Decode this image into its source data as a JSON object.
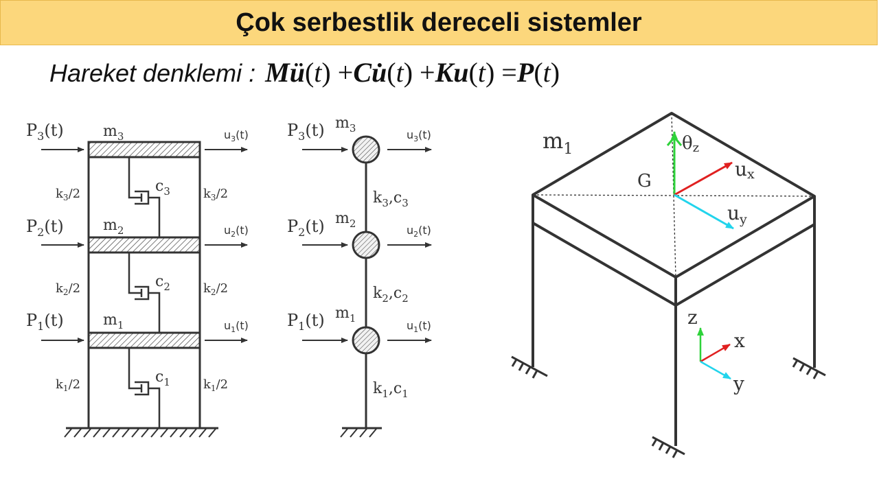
{
  "title": "Çok serbestlik dereceli sistemler",
  "equation": {
    "label": "Hareket denklemi :",
    "parts": [
      {
        "text": "M",
        "style": "bold"
      },
      {
        "text": "ü",
        "style": "bold"
      },
      {
        "text": "(",
        "style": "plain"
      },
      {
        "text": "t",
        "style": "italic"
      },
      {
        "text": ") + ",
        "style": "plain"
      },
      {
        "text": "C",
        "style": "bold"
      },
      {
        "text": "u̇",
        "style": "bold"
      },
      {
        "text": "(",
        "style": "plain"
      },
      {
        "text": "t",
        "style": "italic"
      },
      {
        "text": ") + ",
        "style": "plain"
      },
      {
        "text": "K",
        "style": "bold"
      },
      {
        "text": "u",
        "style": "bold"
      },
      {
        "text": "(",
        "style": "plain"
      },
      {
        "text": "t",
        "style": "italic"
      },
      {
        "text": ") = ",
        "style": "plain"
      },
      {
        "text": "P",
        "style": "bold"
      },
      {
        "text": "(",
        "style": "plain"
      },
      {
        "text": "t",
        "style": "italic"
      },
      {
        "text": ")",
        "style": "plain"
      }
    ]
  },
  "frame_model": {
    "floors": [
      {
        "load": "P",
        "load_index": "3",
        "mass": "m",
        "mass_index": "3",
        "disp": "u",
        "disp_index": "3"
      },
      {
        "load": "P",
        "load_index": "2",
        "mass": "m",
        "mass_index": "2",
        "disp": "u",
        "disp_index": "2"
      },
      {
        "load": "P",
        "load_index": "1",
        "mass": "m",
        "mass_index": "1",
        "disp": "u",
        "disp_index": "1"
      }
    ],
    "stories": [
      {
        "stiffness": "k",
        "index": "3",
        "half": "/2",
        "damper": "c",
        "damper_index": "3"
      },
      {
        "stiffness": "k",
        "index": "2",
        "half": "/2",
        "damper": "c",
        "damper_index": "2"
      },
      {
        "stiffness": "k",
        "index": "1",
        "half": "/2",
        "damper": "c",
        "damper_index": "1"
      }
    ],
    "arg": "(t)"
  },
  "stick_model": {
    "springs": [
      {
        "k": "k",
        "k_index": "3",
        "c": "c",
        "c_index": "3"
      },
      {
        "k": "k",
        "k_index": "2",
        "c": "c",
        "c_index": "2"
      },
      {
        "k": "k",
        "k_index": "1",
        "c": "c",
        "c_index": "1"
      }
    ]
  },
  "iso_model": {
    "mass": "m",
    "mass_index": "1",
    "center": "G",
    "theta": "θ",
    "theta_index": "z",
    "ux": "u",
    "ux_index": "x",
    "uy": "u",
    "uy_index": "y",
    "axis_x": "x",
    "axis_y": "y",
    "axis_z": "z",
    "colors": {
      "x": "#e02020",
      "y": "#22d4ec",
      "z": "#2ed23a"
    }
  }
}
